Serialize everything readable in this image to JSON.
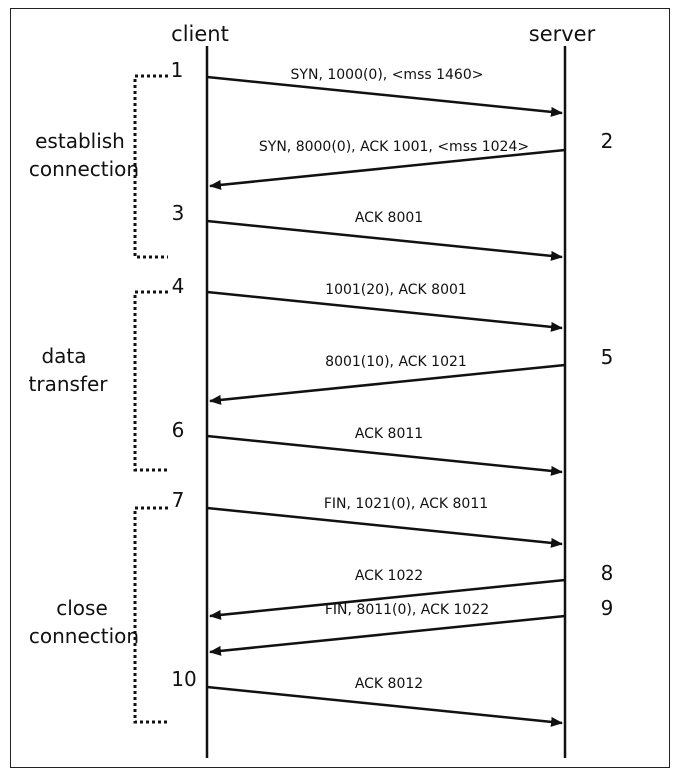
{
  "participants": {
    "client": "client",
    "server": "server"
  },
  "phases": [
    {
      "line1": "establish",
      "line2": "connection"
    },
    {
      "line1": "data",
      "line2": "transfer"
    },
    {
      "line1": "close",
      "line2": "connection"
    }
  ],
  "messages": [
    {
      "step": "1",
      "label": "SYN, 1000(0), <mss 1460>",
      "direction": "client-to-server"
    },
    {
      "step": "2",
      "label": "SYN, 8000(0), ACK 1001, <mss 1024>",
      "direction": "server-to-client"
    },
    {
      "step": "3",
      "label": "ACK 8001",
      "direction": "client-to-server"
    },
    {
      "step": "4",
      "label": "1001(20), ACK 8001",
      "direction": "client-to-server"
    },
    {
      "step": "5",
      "label": "8001(10), ACK 1021",
      "direction": "server-to-client"
    },
    {
      "step": "6",
      "label": "ACK 8011",
      "direction": "client-to-server"
    },
    {
      "step": "7",
      "label": "FIN, 1021(0), ACK 8011",
      "direction": "client-to-server"
    },
    {
      "step": "8",
      "label": "ACK 1022",
      "direction": "server-to-client"
    },
    {
      "step": "9",
      "label": "FIN, 8011(0), ACK 1022",
      "direction": "server-to-client"
    },
    {
      "step": "10",
      "label": "ACK 8012",
      "direction": "client-to-server"
    }
  ]
}
